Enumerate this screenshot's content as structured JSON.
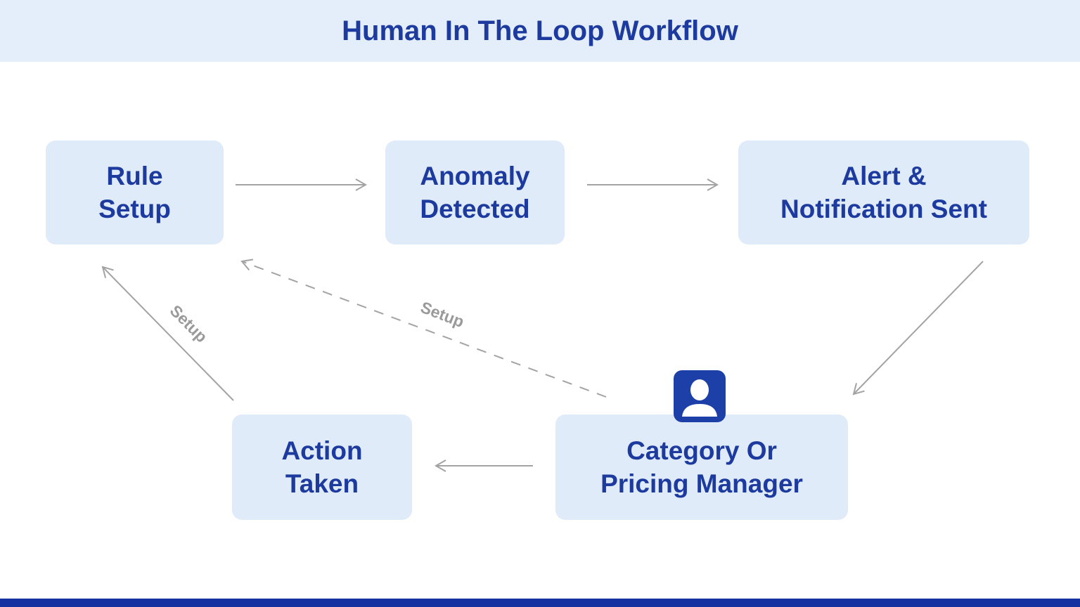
{
  "header": {
    "title": "Human In The Loop Workflow"
  },
  "diagram": {
    "nodes": [
      {
        "id": "rule-setup",
        "line1": "Rule",
        "line2": "Setup"
      },
      {
        "id": "anomaly-detected",
        "line1": "Anomaly",
        "line2": "Detected"
      },
      {
        "id": "alert-notification-sent",
        "line1": "Alert &",
        "line2": "Notification Sent"
      },
      {
        "id": "action-taken",
        "line1": "Action",
        "line2": "Taken"
      },
      {
        "id": "category-pricing-manager",
        "line1": "Category Or",
        "line2": "Pricing Manager"
      }
    ],
    "edges": [
      {
        "from": "rule-setup",
        "to": "anomaly-detected",
        "style": "solid",
        "label": ""
      },
      {
        "from": "anomaly-detected",
        "to": "alert-notification-sent",
        "style": "solid",
        "label": ""
      },
      {
        "from": "alert-notification-sent",
        "to": "category-pricing-manager",
        "style": "solid",
        "label": ""
      },
      {
        "from": "category-pricing-manager",
        "to": "action-taken",
        "style": "solid",
        "label": ""
      },
      {
        "from": "action-taken",
        "to": "rule-setup",
        "style": "solid",
        "label": "Setup"
      },
      {
        "from": "category-pricing-manager",
        "to": "rule-setup",
        "style": "dashed",
        "label": "Setup"
      }
    ],
    "icons": [
      {
        "name": "person-icon",
        "attached_to": "category-pricing-manager"
      }
    ]
  },
  "colors": {
    "header_bg": "#e4eefb",
    "node_bg": "#e0ebfa",
    "text_navy": "#1d3a9e",
    "footer_bar": "#1632a0",
    "arrow_gray": "#a3a3a3",
    "label_gray": "#9a9a9a",
    "icon_bg": "#1c3fa8",
    "canvas_bg": "#ffffff"
  }
}
